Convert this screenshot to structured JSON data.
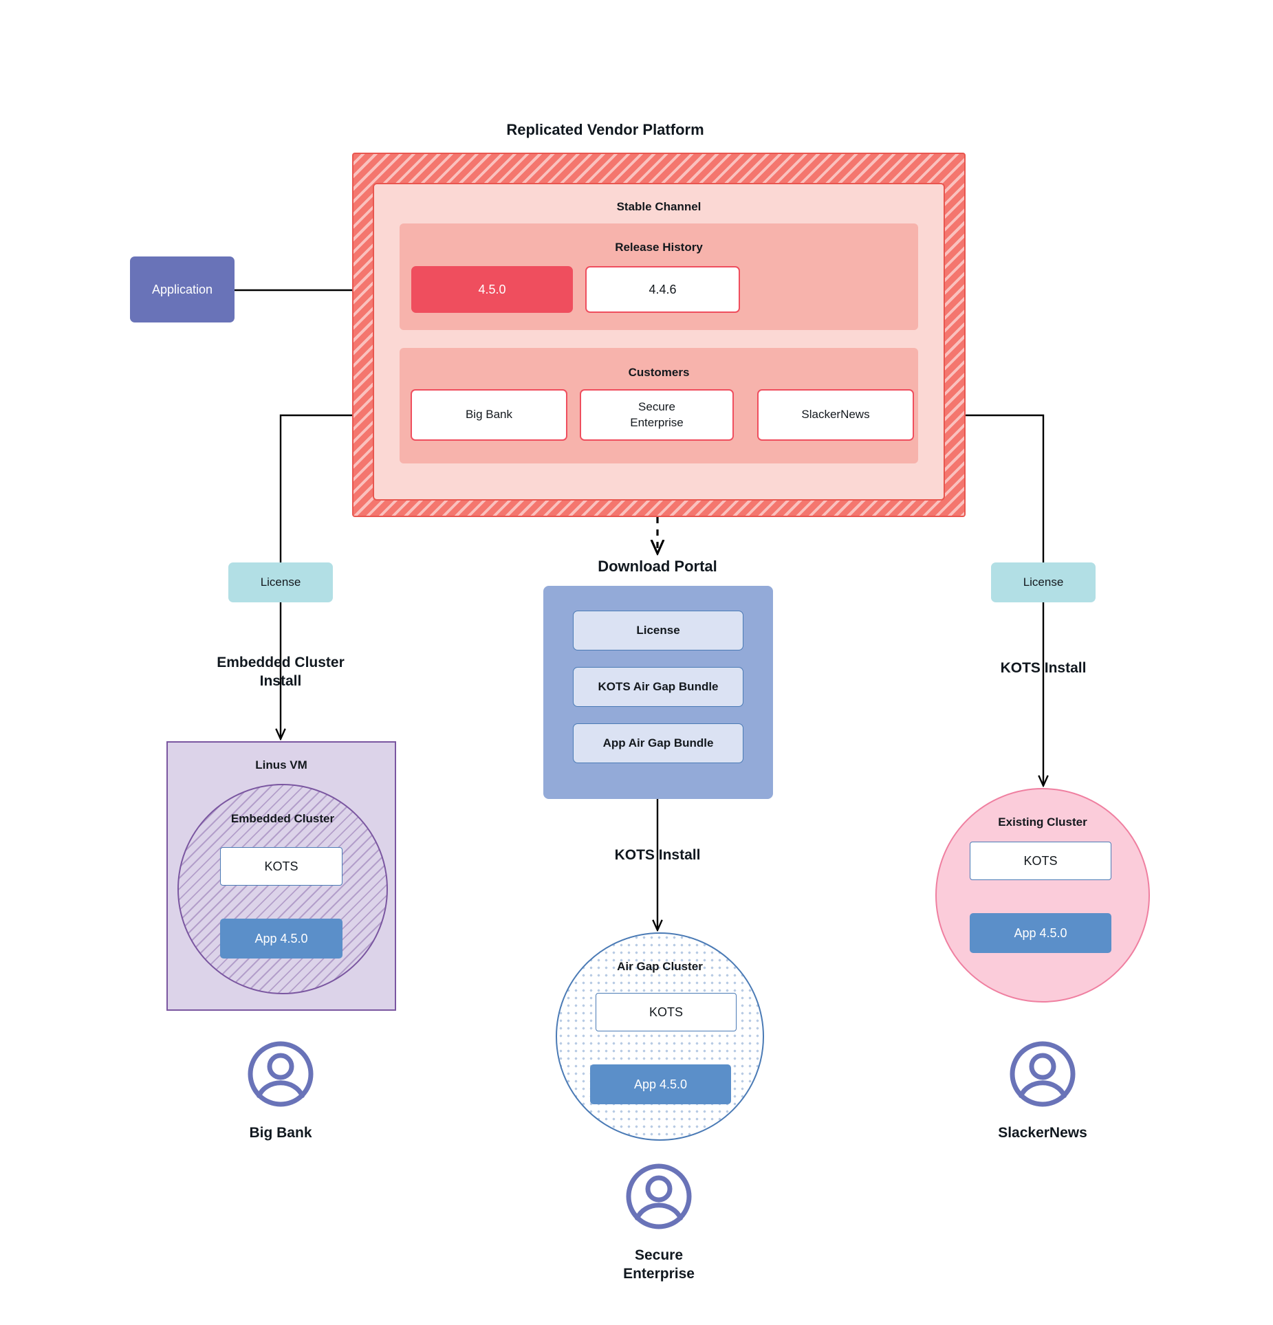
{
  "diagram": {
    "title": "Replicated Vendor Platform",
    "application": {
      "label": "Application"
    },
    "platform": {
      "channel": {
        "heading": "Stable Channel"
      },
      "release_history": {
        "heading": "Release History",
        "releases": [
          {
            "version": "4.5.0",
            "state": "current"
          },
          {
            "version": "4.4.6",
            "state": "previous"
          }
        ]
      },
      "customers": {
        "heading": "Customers",
        "items": [
          {
            "name": "Big Bank"
          },
          {
            "name": "Secure\nEnterprise"
          },
          {
            "name": "SlackerNews"
          }
        ]
      }
    },
    "licenses": {
      "left": "License",
      "right": "License"
    },
    "download_portal": {
      "title": "Download  Portal",
      "items": [
        {
          "label": "License"
        },
        {
          "label": "KOTS Air Gap Bundle"
        },
        {
          "label": "App Air Gap Bundle"
        }
      ]
    },
    "install_captions": {
      "left": "Embedded Cluster\nInstall",
      "center": "KOTS Install",
      "right": "KOTS Install"
    },
    "targets": {
      "left": {
        "outer_label": "Linus VM",
        "cluster_label": "Embedded Cluster",
        "kots_label": "KOTS",
        "app_label": "App 4.5.0"
      },
      "center": {
        "cluster_label": "Air Gap Cluster",
        "kots_label": "KOTS",
        "app_label": "App 4.5.0"
      },
      "right": {
        "cluster_label": "Existing Cluster",
        "kots_label": "KOTS",
        "app_label": "App 4.5.0"
      }
    },
    "personas": [
      {
        "icon": "user-avatar-icon",
        "label": "Big Bank"
      },
      {
        "icon": "user-avatar-icon",
        "label": "Secure\nEnterprise"
      },
      {
        "icon": "user-avatar-icon",
        "label": "SlackerNews"
      }
    ],
    "colors": {
      "platform_hatch": "#f4766e",
      "platform_border": "#e8564f",
      "channel_fill": "#fbd8d4",
      "section_fill": "#f7b3ac",
      "release_current": "#ef4e5e",
      "application": "#6973b8",
      "license_chip": "#b2dfe5",
      "portal_fill": "#93aad8",
      "portal_item": "#dbe2f3",
      "vm_fill": "#dcd3e9",
      "vm_border": "#7a56a0",
      "airgap_border": "#4a7ab5",
      "existing_fill": "#fbccda",
      "existing_border": "#ef7fa0",
      "app_fill": "#5b8fc9",
      "persona": "#6973b8"
    }
  }
}
